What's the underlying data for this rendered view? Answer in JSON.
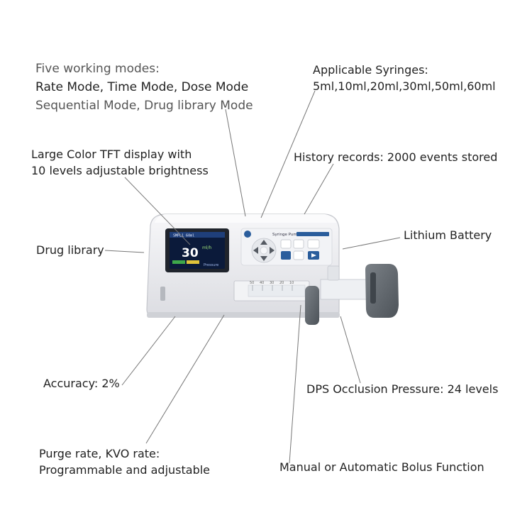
{
  "callouts": {
    "modes": {
      "line1": "Five working modes:",
      "line2": "Rate Mode, Time Mode, Dose Mode",
      "line3": "Sequential Mode, Drug library Mode"
    },
    "syringes": {
      "line1": "Applicable Syringes:",
      "line2": "5ml,10ml,20ml,30ml,50ml,60ml"
    },
    "display": {
      "line1": "Large Color TFT display with",
      "line2": "10 levels adjustable brightness"
    },
    "history": "History records: 2000 events stored",
    "battery": "Lithium Battery",
    "drug_library": "Drug library",
    "accuracy": "Accuracy: 2%",
    "occlusion": "DPS Occlusion Pressure: 24 levels",
    "purge": {
      "line1": "Purge rate, KVO rate:",
      "line2": "Programmable and adjustable"
    },
    "bolus": "Manual or Automatic Bolus Function"
  },
  "device": {
    "brand_label": "Syringe Pump",
    "screen_value": "30",
    "screen_unit": "ml/h",
    "screen_header": "SMPL1 60ml",
    "screen_footer": "Pressure",
    "scale_marks": [
      "50",
      "40",
      "30",
      "20",
      "10"
    ]
  },
  "colors": {
    "text": "#222222",
    "muted": "#555555",
    "leader": "#777777",
    "body": "#eeeef0",
    "panel": "#2a5d9c",
    "screen": "#0b1a3a",
    "clamp": "#5a6066"
  }
}
